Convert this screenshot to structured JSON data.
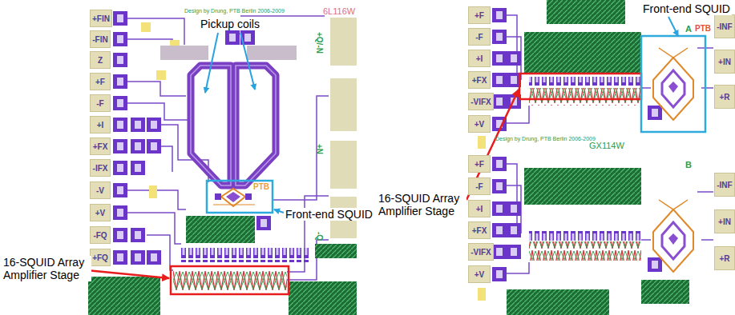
{
  "diagram": {
    "nodes": [
      {
        "text": [
          "+FIN"
        ]
      },
      {
        "text": [
          "-FIN"
        ]
      },
      {
        "text": [
          "Z"
        ]
      },
      {
        "text": [
          "+F"
        ]
      },
      {
        "text": [
          "-F"
        ]
      },
      {
        "text": [
          "+I"
        ]
      },
      {
        "text": [
          "+FX"
        ]
      },
      {
        "text": [
          "-IFX"
        ]
      },
      {
        "text": [
          "-V"
        ]
      },
      {
        "text": [
          "+V"
        ]
      },
      {
        "text": [
          "-FQ"
        ]
      },
      {
        "text": [
          "+FQ"
        ]
      },
      {
        "text": [
          "+F"
        ]
      },
      {
        "text": [
          "-F"
        ]
      },
      {
        "text": [
          "+I"
        ]
      },
      {
        "text": [
          "+FX"
        ]
      },
      {
        "text": [
          "-VIFX"
        ]
      },
      {
        "text": [
          "+V"
        ]
      },
      {
        "text": [
          "+F"
        ]
      },
      {
        "text": [
          "-F"
        ]
      },
      {
        "text": [
          "+I"
        ]
      },
      {
        "text": [
          "+FX"
        ]
      },
      {
        "text": [
          "-VIFX"
        ]
      },
      {
        "text": [
          "+V"
        ]
      },
      {
        "text": [
          "-INF"
        ]
      },
      {
        "text": [
          "+IN"
        ]
      },
      {
        "text": [
          "+R"
        ]
      },
      {
        "text": [
          "-INF"
        ]
      },
      {
        "text": [
          "+IN"
        ]
      },
      {
        "text": [
          "+R"
        ]
      }
    ],
    "labels": [
      "Pickup coils",
      "Front-end SQUID",
      "16-SQUID Array Amplifier Stage",
      "Front-end SQUID",
      "16-SQUID Array Amplifier Stage",
      "Design by Drung, PTB Berlin 2006-2009",
      "6L116W",
      "PTB",
      "+Q/-N",
      "+N",
      "-Q",
      "A",
      "PTB",
      "Design by Drung, PTB Berlin 2006-2009",
      "GX114W",
      "B"
    ]
  }
}
